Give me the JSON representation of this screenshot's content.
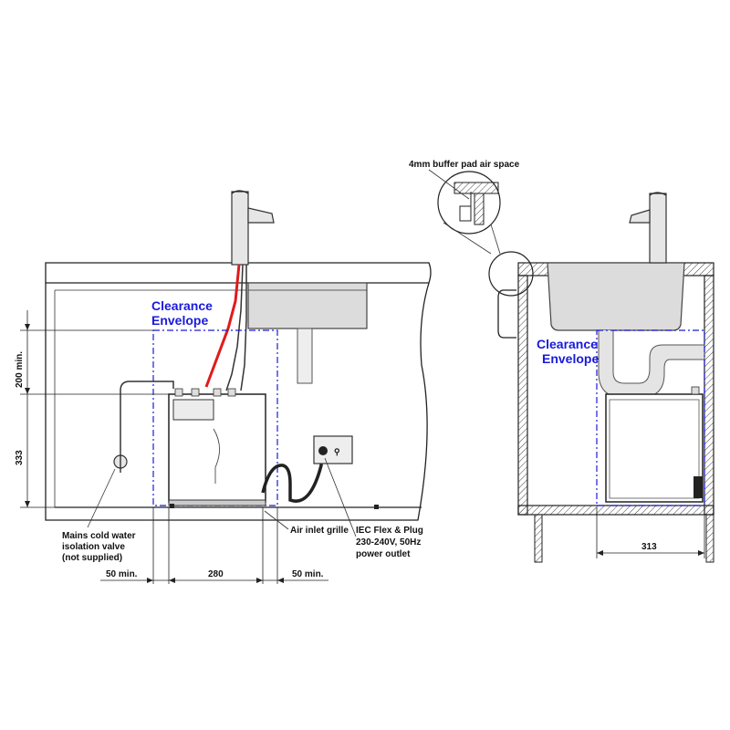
{
  "labels": {
    "clearance_left_1": "Clearance",
    "clearance_left_2": "Envelope",
    "clearance_right_1": "Clearance",
    "clearance_right_2": "Envelope",
    "buffer_pad": "4mm buffer pad air space",
    "mains_1": "Mains cold water",
    "mains_2": "isolation valve",
    "mains_3": "(not supplied)",
    "air_inlet": "Air inlet grille",
    "iec_1": "IEC Flex & Plug",
    "iec_2": "230-240V, 50Hz",
    "iec_3": "power outlet"
  },
  "dimensions": {
    "height_top": "200 min.",
    "height_bottom": "333",
    "width_left_gap": "50 min.",
    "width_unit": "280",
    "width_right_gap": "50 min.",
    "depth_unit": "313"
  },
  "colors": {
    "envelope": "#1a1adc",
    "hot_line": "#e01b1b"
  }
}
